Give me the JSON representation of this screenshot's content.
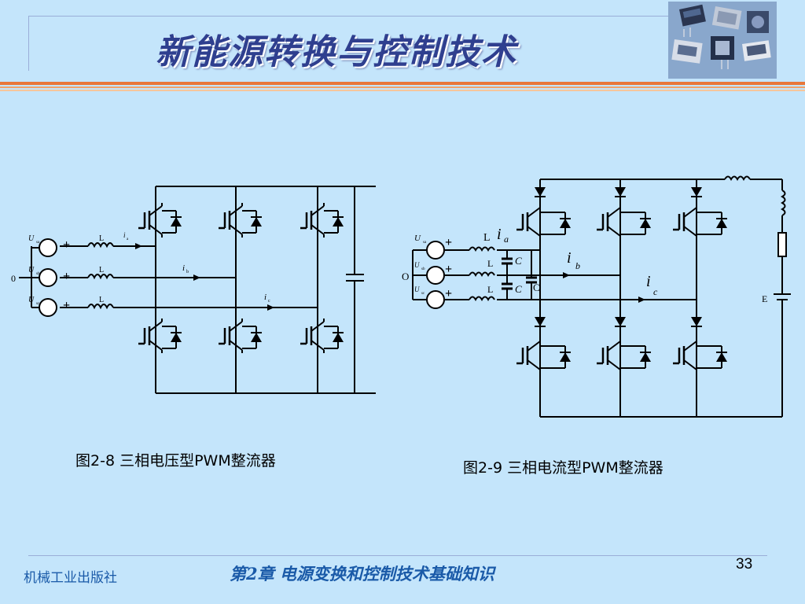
{
  "slide": {
    "title": "新能源转换与控制技术",
    "page_number": "33",
    "publisher": "机械工业出版社",
    "chapter": "第2章  电源变换和控制技术基础知识",
    "colors": {
      "background": "#c4e5fb",
      "title": "#2f3f8f",
      "stripe": "#e8773a",
      "footer": "#1a5aa8"
    }
  },
  "figure_left": {
    "caption": "图2-8  三相电压型PWM整流器",
    "neutral_label": "0",
    "source_labels": [
      "U",
      "U",
      "U"
    ],
    "source_subs": [
      "sa",
      "sb",
      "sc"
    ],
    "inductor_labels": [
      "L",
      "L",
      "L"
    ],
    "current_labels": [
      "i",
      "i",
      "i"
    ],
    "current_subs": [
      "a",
      "b",
      "c"
    ],
    "plus_sign": "+"
  },
  "figure_right": {
    "caption": "图2-9  三相电流型PWM整流器",
    "neutral_label": "O",
    "source_labels": [
      "U",
      "U",
      "U"
    ],
    "source_subs": [
      "sa",
      "sb",
      "sc"
    ],
    "inductor_labels": [
      "L",
      "L",
      "L"
    ],
    "capacitor_labels": [
      "C",
      "C",
      "C"
    ],
    "current_labels": [
      "i",
      "i",
      "i"
    ],
    "current_subs": [
      "a",
      "b",
      "c"
    ],
    "dc_source_label": "E",
    "plus_sign": "+"
  }
}
